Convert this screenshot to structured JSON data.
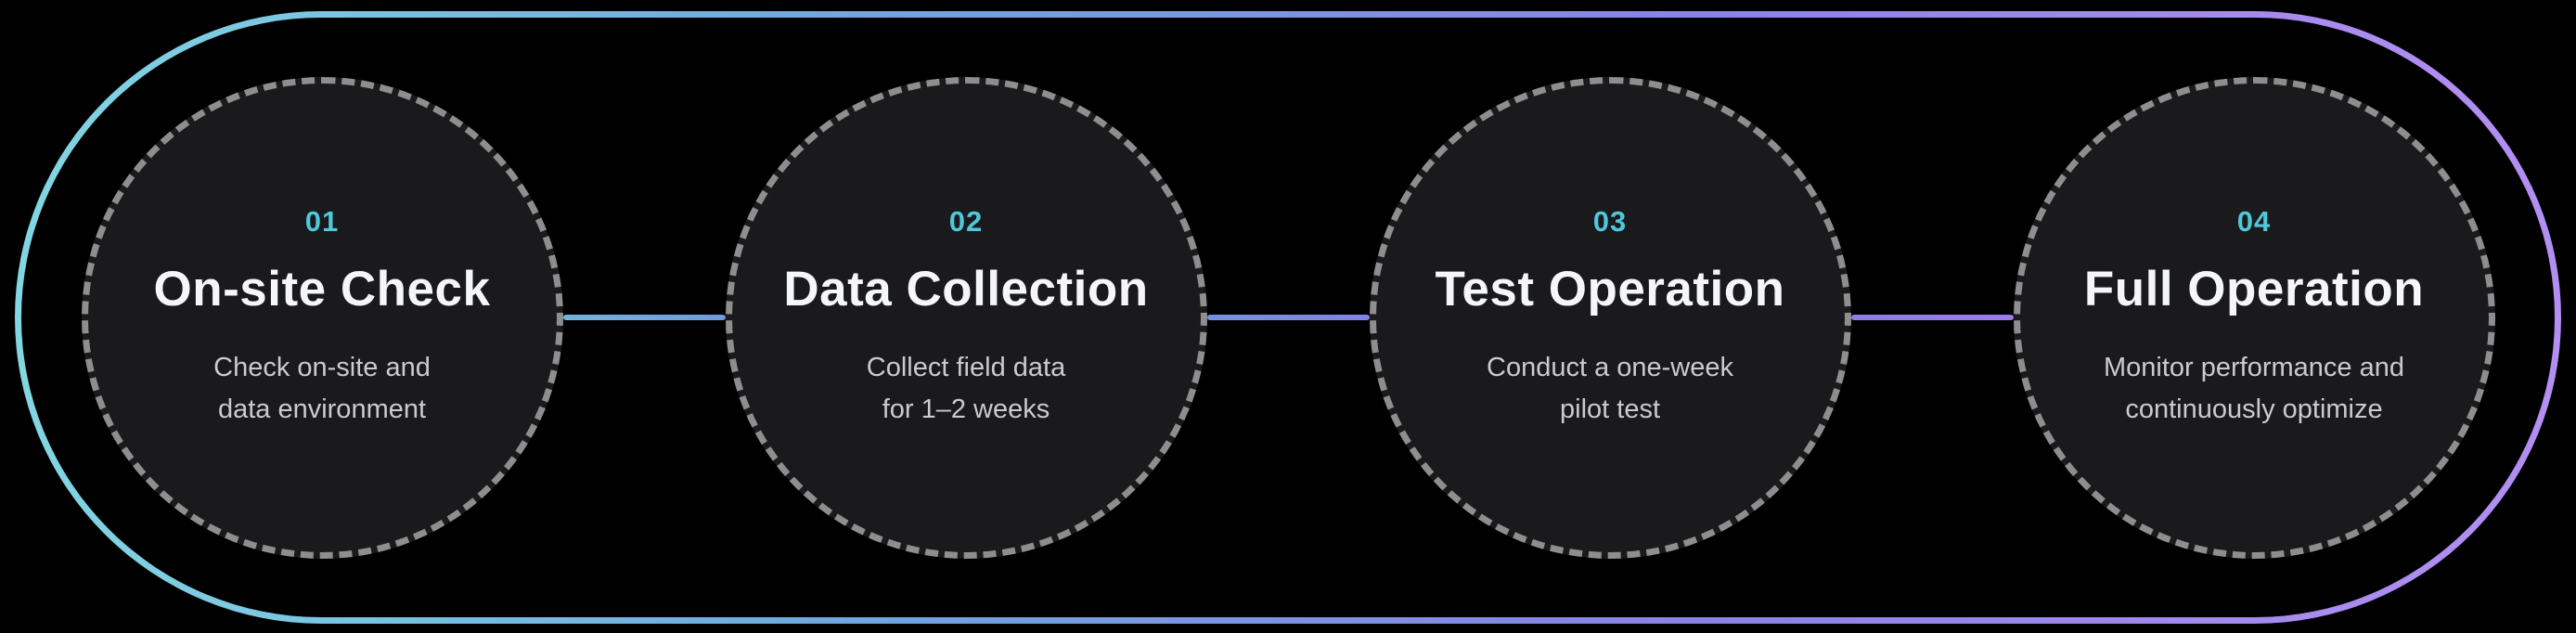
{
  "diagram": {
    "type": "process-steps",
    "step_count": 4
  },
  "steps": [
    {
      "number": "01",
      "title": "On-site Check",
      "desc_line1": "Check on-site and",
      "desc_line2": "data environment"
    },
    {
      "number": "02",
      "title": "Data Collection",
      "desc_line1": "Collect field data",
      "desc_line2": "for 1–2 weeks"
    },
    {
      "number": "03",
      "title": "Test Operation",
      "desc_line1": "Conduct a one-week",
      "desc_line2": "pilot test"
    },
    {
      "number": "04",
      "title": "Full Operation",
      "desc_line1": "Monitor performance and",
      "desc_line2": "continuously optimize"
    }
  ],
  "colors": {
    "background": "#000000",
    "frame_gradient_start": "#82d6e2",
    "frame_gradient_end": "#b48ff2",
    "circle_fill": "#1a1a1c",
    "circle_border": "#8e8e8e",
    "step_number_accent": "#4fc8da",
    "title_text": "#f5f6f8",
    "description_text": "#c9cbce",
    "connector_1": "#74b4dd",
    "connector_2": "#7b87e2",
    "connector_3": "#937aec"
  }
}
